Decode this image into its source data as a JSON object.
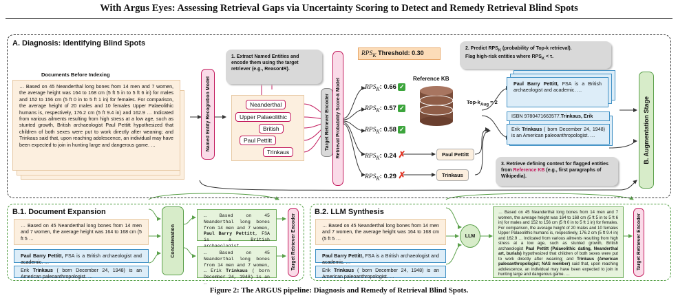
{
  "title": "With Argus Eyes: Assessing Retrieval Gaps via Uncertainty Scoring to Detect and Remedy Retrieval Blind Spots",
  "diagnosis": {
    "title": "A. Diagnosis: Identifying Blind Spots",
    "docs_label": "Documents Before Indexing",
    "doc_text": "… Based on 45 Neanderthal long bones from 14 men and 7 women, the average height was 164 to 168 cm (5 ft 5 in to 5 ft 6 in) for males and 152 to 156 cm (5 ft 0 in to 5 ft 1 in) for females. For comparison, the average height of 20 males and 10 females Upper Palaeolithic humans is, respectively, 176.2 cm (5 ft 9.4 in) and 162.9 … Indicated from various ailments resulting from high stress at a low age, such as stunted growth, British archaeologist Paul Pettitt hypothesized that children of both sexes were put to work directly after weaning; and Trinkaus said that, upon reaching adolescence, an individual may have been expected to join in hunting large and dangerous game. …",
    "ner_label": "Named Entity Recognition Model",
    "step1": "1. Extract Named Entities and encode them using the target retriever (e.g., ReasonIR).",
    "entities": [
      "Neanderthal",
      "Upper Palaeolithic",
      "British",
      "Paul Pettitt",
      "Trinkaus"
    ],
    "encoder_label": "Target Retriever Encoder",
    "rps_model_label": "Retrieval Probability Score-k Model",
    "threshold_label": "Threshold: 0.30",
    "rps_prefix": "RPS",
    "rps_sub": "K",
    "rps_values": [
      ": 0.66",
      ": 0.57",
      ": 0.58",
      ": 0.24",
      ": 0.29"
    ],
    "step2_a": "2. Predict RPS",
    "step2_b": " (probability of Top-k retrieval).",
    "step2_c": "Flag high-risk entities where RPS",
    "step2_d": " < τ.",
    "kb_label": "Reference KB",
    "topk_label": "Top-k",
    "topk_sub": "Aug",
    "topk_val": " = 2",
    "flagged": [
      "Paul Pettitt",
      "Trinkaus"
    ],
    "ctx1_bold": "Paul Barry Pettitt,",
    "ctx1_rest": " FSA is a British archaeologist and academic. …",
    "isbn_text": "ISBN 9780471663577.",
    "isbn_bold": "Trinkaus, Erik",
    "ctx2_pre": "Erik ",
    "ctx2_bold": "Trinkaus",
    "ctx2_rest": " ( born December 24, 1948) is an American paleoanthropologist. …",
    "step3_a": "3. Retrieve defining context for flagged entities from ",
    "step3_kb": "Reference KB",
    "step3_b": " (e.g., first paragraphs of Wikipedia).",
    "aug_label": "B. Augmentation Stage"
  },
  "expansion": {
    "title": "B.1. Document Expansion",
    "doc_text": "… Based on 45 Neanderthal long bones from 14 men and 7 women, the average height was 164 to 168 cm (5 ft 5 …",
    "ctx1_bold": "Paul Barry Pettitt,",
    "ctx1_rest": " FSA is a British archaeologist and academic. …",
    "ctx2_pre": "Erik ",
    "ctx2_bold": "Trinkaus",
    "ctx2_rest": " ( born December 24, 1948) is an American paleoanthropologist. …",
    "concat_label": "Concatenation",
    "out1_pre": "… Based on 45 Neanderthal long bones from 14 men and 7 women, ",
    "out1_bold": "Paul Barry Pettitt",
    "out1_rest": ", FSA is a British archaeologist …",
    "out2_pre": "… Based on 45 Neanderthal long bones from 14 men and 7 women, … Erik ",
    "out2_bold": "Trinkaus",
    "out2_rest": " ( born December 24, 1948) is an …",
    "encoder_label": "Target Retriever Encoder"
  },
  "synthesis": {
    "title": "B.2. LLM Synthesis",
    "doc_text": "… Based on 45 Neanderthal long bones from 14 men and 7 women, the average height was 164 to 168 cm (5 ft 5 …",
    "ctx1_bold": "Paul Barry Pettitt,",
    "ctx1_rest": " FSA is a British archaeologist and academic. …",
    "ctx2_pre": "Erik ",
    "ctx2_bold": "Trinkaus",
    "ctx2_rest": " ( born December 24, 1948) is an American paleoanthropologist. …",
    "llm_label": "LLM",
    "out_a": "… Based on 45 Neanderthal long bones from 14 men and 7 women, the average height was 164 to 168 cm (5 ft 5 in to 5 ft 6 in) for males and 152 to 156 cm (5 ft 0 in to 5 ft 1 in) for females. For comparison, the average height of 20 males and 10 females Upper Palaeolithic humans is, respectively, 176.2 cm (5 ft 9.4 in) and 162.9 … Indicated from various ailments resulting from high stress at a low age, such as stunted growth, British archaeologist ",
    "out_b": "Paul Pettitt (Palaeolithic dating, Neanderthal art, burials)",
    "out_c": " hypothesized that children of both sexes were put to work directly after weaning; and ",
    "out_d": "Trinkaus (American paleoanthropologist; NAS member)",
    "out_e": " said that, upon reaching adolescence, an individual may have been expected to join in hunting large and dangerous game. …",
    "encoder_label": "Target Retriever Encoder"
  },
  "caption": "Figure 2: The ARGUS pipeline: Diagnosis and Remedy of Retrieval Blind Spots."
}
